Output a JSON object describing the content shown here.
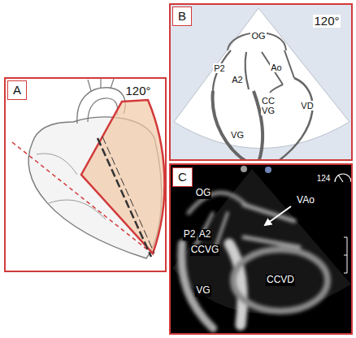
{
  "diagram": {
    "nodes": [
      {
        "text": [
          "120°"
        ]
      },
      {
        "text": [
          "A"
        ],
        "in": 0
      },
      {
        "text": [
          "120°",
          "OG",
          "P2",
          "A2",
          "Ao",
          "CC VG",
          "VD",
          "VG"
        ]
      },
      {
        "text": [
          "B"
        ],
        "in": 2
      },
      {
        "text": [
          "OG",
          "P2",
          "A2",
          "VAo",
          "CCVG",
          "CCVD",
          "VG",
          "124"
        ]
      },
      {
        "text": [
          "C"
        ],
        "in": 4
      }
    ]
  }
}
